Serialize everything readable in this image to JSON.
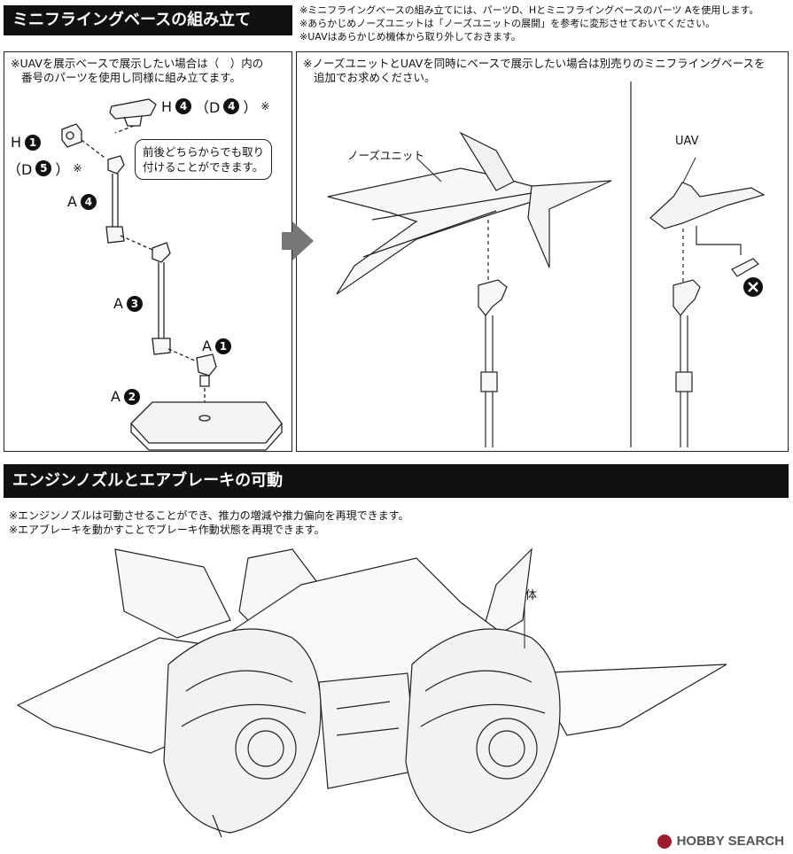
{
  "section1": {
    "title": "ミニフライングベースの組み立て",
    "notes": [
      "※ミニフライングベースの組み立てには、パーツD、Hとミニフライングベースのパーツ Aを使用します。",
      "※あらかじめノーズユニットは「ノーズユニットの展開」を参考に変形させておいてください。",
      "※UAVはあらかじめ機体から取り外しておきます。"
    ],
    "left_note": [
      "※UAVを展示ベースで展示したい場合は（　）内の",
      "番号のパーツを使用し同様に組み立てます。"
    ],
    "right_note": [
      "※ノーズユニットとUAVを同時にベースで展示したい場合は別売りのミニフライングベースを",
      "追加でお求めください。"
    ],
    "callout": [
      "前後どちらからでも取り",
      "付けることができます。"
    ],
    "parts": {
      "h4_letter": "H",
      "h4_num": "4",
      "h4_alt_open": "（D",
      "h4_alt_num": "4",
      "h4_alt_close": "）",
      "h1_letter": "H",
      "h1_num": "1",
      "h1_alt_open": "（D",
      "h1_alt_num": "5",
      "h1_alt_close": "）",
      "mark": "※",
      "a4_letter": "A",
      "a4_num": "4",
      "a3_letter": "A",
      "a3_num": "3",
      "a1_letter": "A",
      "a1_num": "1",
      "a2_letter": "A",
      "a2_num": "2"
    },
    "nose_label": "ノーズユニット",
    "uav_label": "UAV"
  },
  "section2": {
    "title": "エンジンノズルとエアブレーキの可動",
    "notes": [
      "※エンジンノズルは可動させることができ、推力の増減や推力偏向を再現できます。",
      "※エアブレーキを動かすことでブレーキ作動状態を再現できます。"
    ],
    "body_label": "機体"
  },
  "watermark": {
    "text": "HOBBY SEARCH"
  }
}
